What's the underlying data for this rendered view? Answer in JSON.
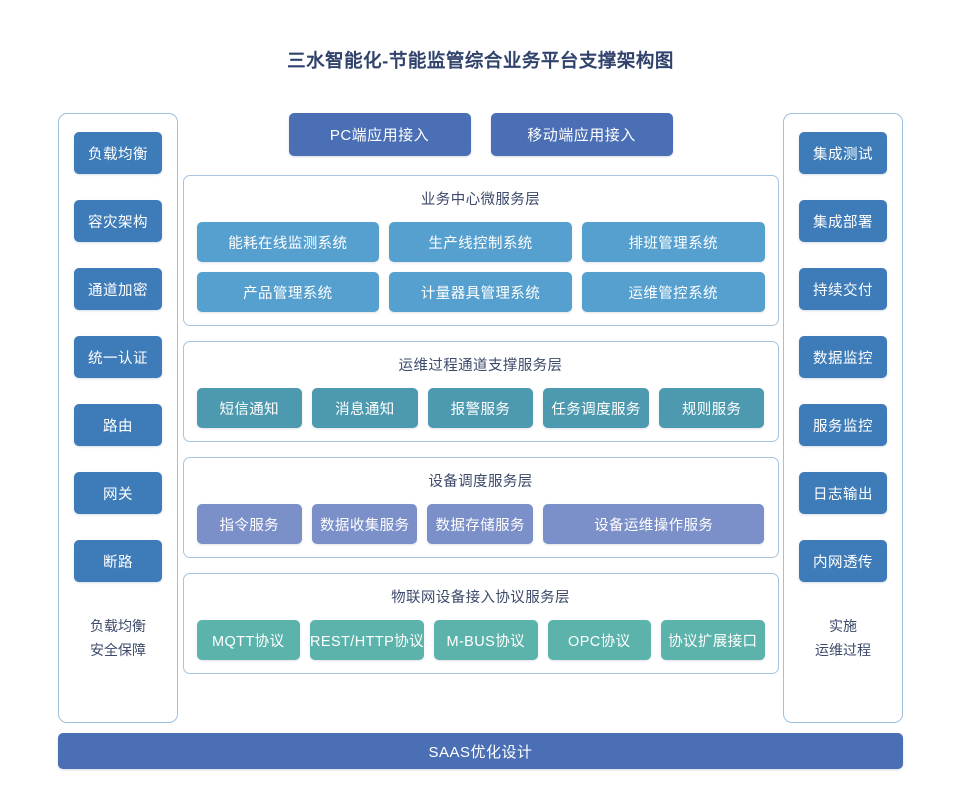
{
  "title": "三水智能化-节能监管综合业务平台支撑架构图",
  "colors": {
    "title": "#31436d",
    "side_chip": "#3d7cb8",
    "access_btn": "#4a6fb5",
    "business_chip": "#56a0d0",
    "ops_chip": "#4d9ab0",
    "device_chip": "#7b8fc9",
    "protocol_chip": "#5cb3ab",
    "panel_border": "#a8c4e0",
    "saas_bar": "#4a6fb5",
    "text_dark": "#3d4a6b"
  },
  "left_column": {
    "items": [
      {
        "label": "负载均衡"
      },
      {
        "label": "容灾架构"
      },
      {
        "label": "通道加密"
      },
      {
        "label": "统一认证"
      },
      {
        "label": "路由"
      },
      {
        "label": "网关"
      },
      {
        "label": "断路"
      }
    ],
    "footer_line1": "负载均衡",
    "footer_line2": "安全保障"
  },
  "right_column": {
    "items": [
      {
        "label": "集成测试"
      },
      {
        "label": "集成部署"
      },
      {
        "label": "持续交付"
      },
      {
        "label": "数据监控"
      },
      {
        "label": "服务监控"
      },
      {
        "label": "日志输出"
      },
      {
        "label": "内网透传"
      }
    ],
    "footer_line1": "实施",
    "footer_line2": "运维过程"
  },
  "access_row": {
    "buttons": [
      {
        "label": "PC端应用接入"
      },
      {
        "label": "移动端应用接入"
      }
    ]
  },
  "layers": {
    "business": {
      "title": "业务中心微服务层",
      "row1": [
        {
          "label": "能耗在线监测系统"
        },
        {
          "label": "生产线控制系统"
        },
        {
          "label": "排班管理系统"
        }
      ],
      "row2": [
        {
          "label": "产品管理系统"
        },
        {
          "label": "计量器具管理系统"
        },
        {
          "label": "运维管控系统"
        }
      ]
    },
    "ops": {
      "title": "运维过程通道支撑服务层",
      "items": [
        {
          "label": "短信通知"
        },
        {
          "label": "消息通知"
        },
        {
          "label": "报警服务"
        },
        {
          "label": "任务调度服务"
        },
        {
          "label": "规则服务"
        }
      ]
    },
    "device": {
      "title": "设备调度服务层",
      "items": [
        {
          "label": "指令服务"
        },
        {
          "label": "数据收集服务"
        },
        {
          "label": "数据存储服务"
        },
        {
          "label": "设备运维操作服务"
        }
      ]
    },
    "protocol": {
      "title": "物联网设备接入协议服务层",
      "items": [
        {
          "label": "MQTT协议"
        },
        {
          "label": "REST/HTTP协议"
        },
        {
          "label": "M-BUS协议"
        },
        {
          "label": "OPC协议"
        },
        {
          "label": "协议扩展接口"
        }
      ]
    }
  },
  "saas_bar": {
    "label": "SAAS优化设计"
  }
}
